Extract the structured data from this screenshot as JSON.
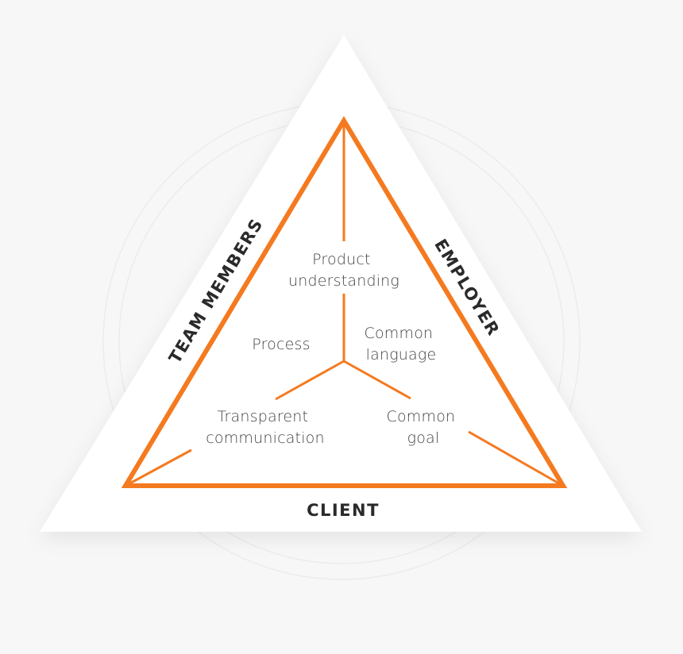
{
  "diagram": {
    "sides": {
      "left": "TEAM MEMBERS",
      "right": "EMPLOYER",
      "bottom": "CLIENT"
    },
    "segments": {
      "top": [
        "Product",
        "understanding"
      ],
      "left": "Process",
      "right": [
        "Common",
        "language"
      ],
      "bottom_left": [
        "Transparent",
        "communication"
      ],
      "bottom_right": [
        "Common",
        "goal"
      ]
    },
    "colors": {
      "accent": "#f47a20",
      "background": "#f7f7f7",
      "triangle_fill": "#ffffff",
      "text": "#444444",
      "side_text": "#2a2a2a"
    }
  }
}
